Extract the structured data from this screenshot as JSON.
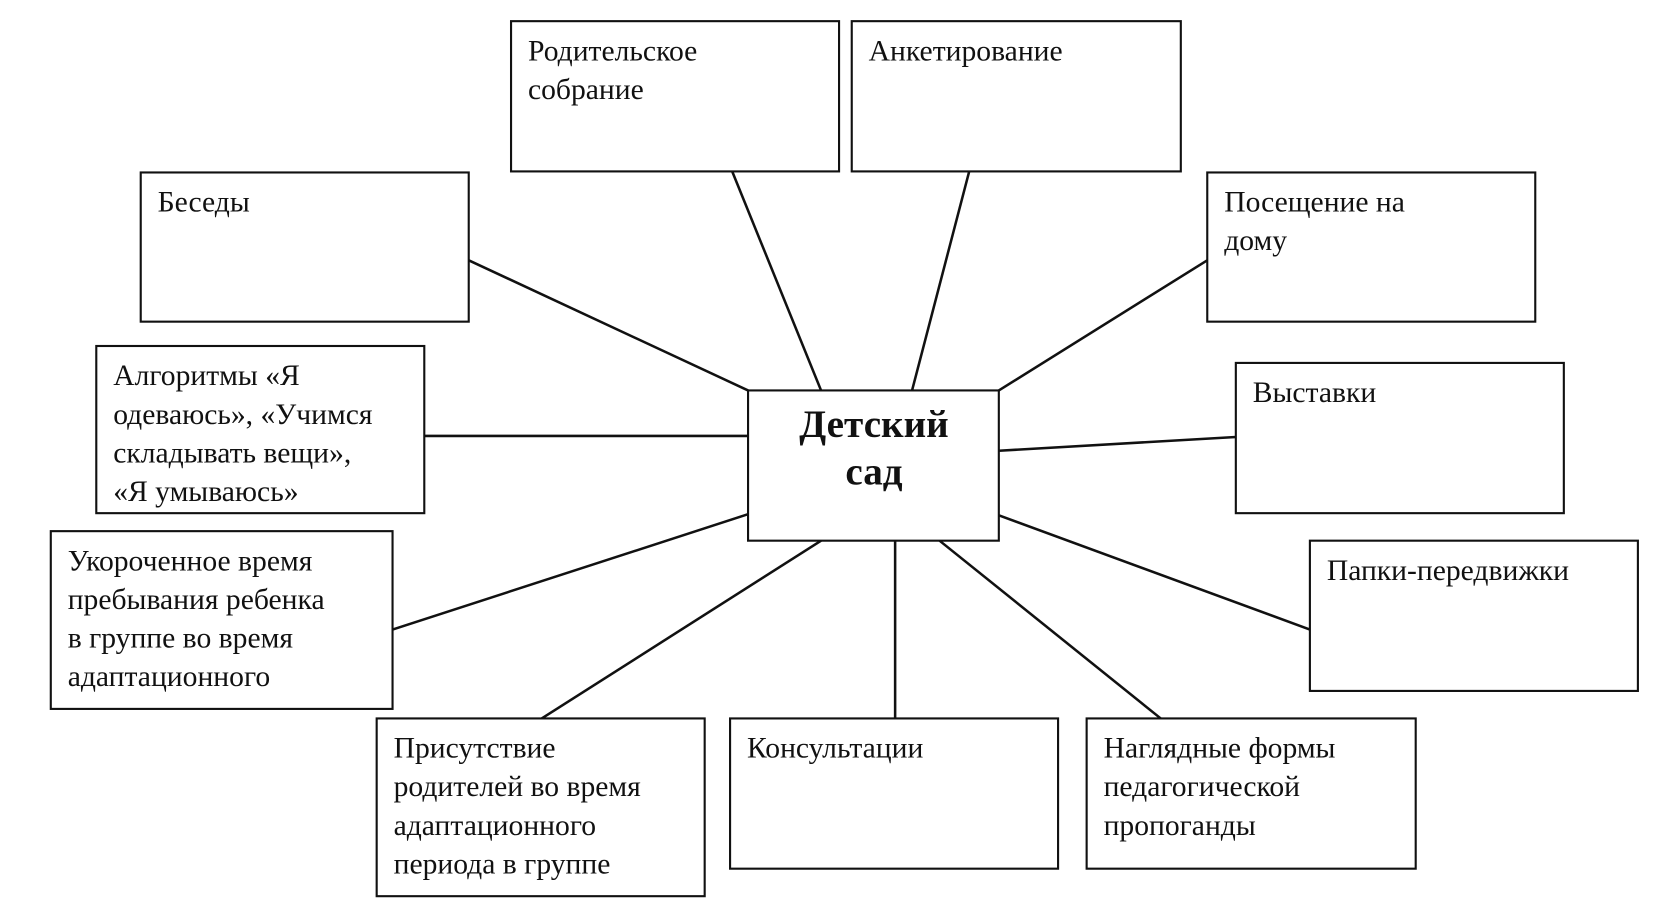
{
  "center": {
    "lines": [
      "Детский",
      "сад"
    ]
  },
  "nodes": [
    {
      "id": "roditelskoe-sobranie",
      "lines": [
        "Родительское",
        "собрание"
      ]
    },
    {
      "id": "anketirovanie",
      "lines": [
        "Анкетирование"
      ]
    },
    {
      "id": "besedy",
      "lines": [
        "Беседы"
      ]
    },
    {
      "id": "poseshchenie-na-domu",
      "lines": [
        "Посещение на",
        "дому"
      ]
    },
    {
      "id": "algoritmy",
      "lines": [
        "Алгоритмы «Я",
        "одеваюсь», «Учимся",
        "складывать вещи»,",
        "«Я умываюсь»"
      ]
    },
    {
      "id": "vystavki",
      "lines": [
        "Выставки"
      ]
    },
    {
      "id": "ukorochennoe-vremya",
      "lines": [
        "Укороченное время",
        "пребывания ребенка",
        "в группе во время",
        "адаптационного"
      ]
    },
    {
      "id": "papki-peredvizhki",
      "lines": [
        "Папки-передвижки"
      ]
    },
    {
      "id": "prisutstvie-roditeley",
      "lines": [
        "Присутствие",
        "родителей во время",
        "адаптационного",
        "периода в группе"
      ]
    },
    {
      "id": "konsultatsii",
      "lines": [
        "Консультации"
      ]
    },
    {
      "id": "naglyadnye-formy",
      "lines": [
        "Наглядные формы",
        "педагогической",
        "пропоганды"
      ]
    }
  ]
}
